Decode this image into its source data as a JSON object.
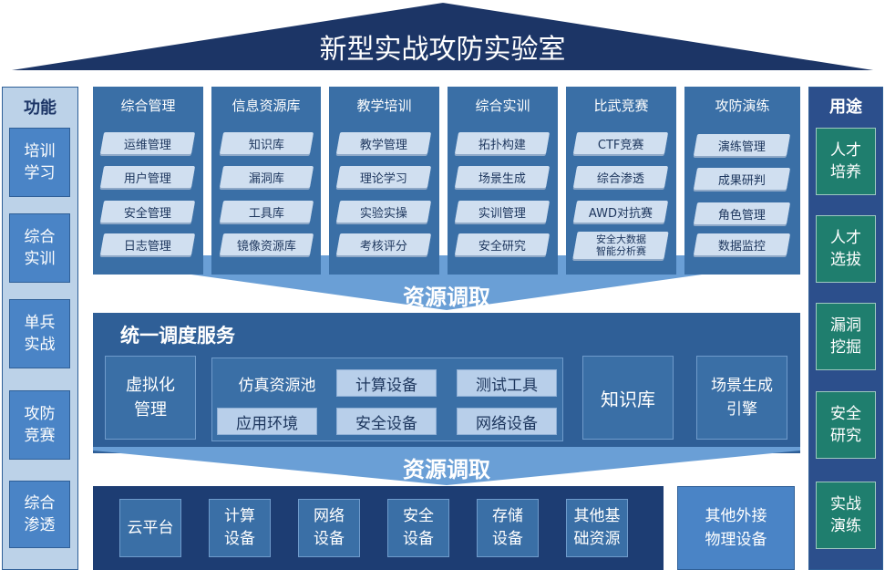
{
  "title": "新型实战攻防实验室",
  "left_column": {
    "header": "功能",
    "items": [
      "培训\n学习",
      "综合\n实训",
      "单兵\n实战",
      "攻防\n竞赛",
      "综合\n渗透"
    ]
  },
  "right_column": {
    "header": "用途",
    "items": [
      "人才\n培养",
      "人才\n选拔",
      "漏洞\n挖掘",
      "安全\n研究",
      "实战\n演练"
    ]
  },
  "modules": [
    {
      "title": "综合管理",
      "items": [
        "运维管理",
        "用户管理",
        "安全管理",
        "日志管理"
      ]
    },
    {
      "title": "信息资源库",
      "items": [
        "知识库",
        "漏洞库",
        "工具库",
        "镜像资源库"
      ]
    },
    {
      "title": "教学培训",
      "items": [
        "教学管理",
        "理论学习",
        "实验实操",
        "考核评分"
      ]
    },
    {
      "title": "综合实训",
      "items": [
        "拓扑构建",
        "场景生成",
        "实训管理",
        "安全研究"
      ]
    },
    {
      "title": "比武竞赛",
      "items": [
        "CTF竞赛",
        "综合渗透",
        "AWD对抗赛",
        "安全大数据\n智能分析赛"
      ]
    },
    {
      "title": "攻防演练",
      "items": [
        "演练管理",
        "成果研判",
        "角色管理",
        "数据监控"
      ]
    }
  ],
  "arrow_labels": {
    "upper": "资源调取",
    "lower": "资源调取"
  },
  "middle": {
    "title": "统一调度服务",
    "virtualization": "虚拟化\n管理",
    "sim_pool": {
      "label": "仿真资源池",
      "chips": [
        "计算设备",
        "测试工具",
        "应用环境",
        "安全设备",
        "网络设备"
      ]
    },
    "knowledge_base": "知识库",
    "scene_engine": "场景生成\n引擎"
  },
  "bottom": {
    "items": [
      "云平台",
      "计算\n设备",
      "网络\n设备",
      "安全\n设备",
      "存储\n设备",
      "其他基\n础资源"
    ],
    "external": "其他外接\n物理设备"
  }
}
